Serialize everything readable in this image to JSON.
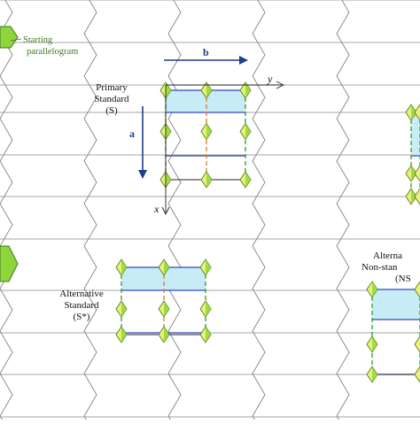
{
  "legend": {
    "starting_label_line1": "Starting",
    "starting_label_line2": "parallelogram",
    "colors": {
      "parallelogram_fill": "#8fd43a",
      "parallelogram_stroke": "#3b7a22"
    }
  },
  "axes": {
    "b_label": "b",
    "a_label": "a",
    "y_label": "y",
    "x_label": "x",
    "arrow_color": "#1f3c8f"
  },
  "cells": {
    "primary": {
      "title_line1": "Primary",
      "title_line2": "Standard",
      "title_line3": "(S)"
    },
    "alternative": {
      "title_line1": "Alternative",
      "title_line2": "Standard",
      "title_line3": "(S*)"
    },
    "alternative_ns": {
      "title_line1": "Alterna",
      "title_line2": "Non-stan",
      "title_line3": "(NS"
    }
  },
  "colors": {
    "cell_fill": "#c8ecf5",
    "cell_border_blue": "#3344c8",
    "vertical_green": "#2e9b2e",
    "vertical_orange": "#e07a1e",
    "diamond_fill": "#e6f27a",
    "diamond_stroke": "#5a7a1a",
    "diamond_green_fill": "#8fd43a",
    "grid_line": "#555555"
  }
}
